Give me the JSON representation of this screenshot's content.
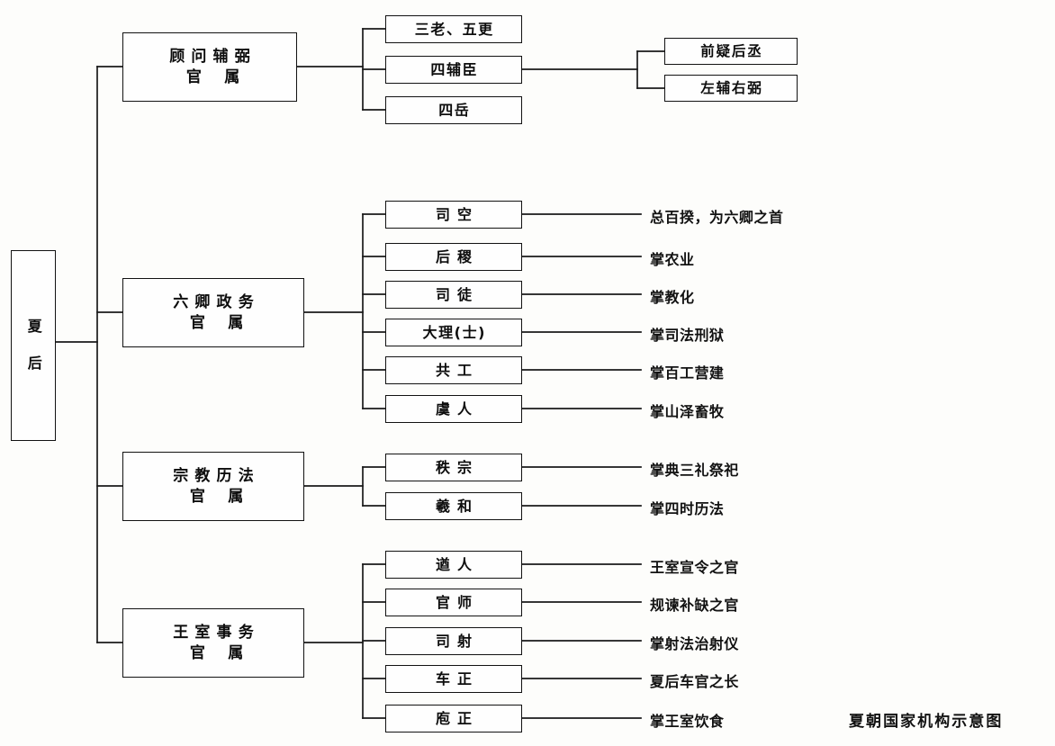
{
  "diagram": {
    "caption": "夏朝国家机构示意图",
    "root": {
      "label": "夏后"
    },
    "branches": [
      {
        "id": "advisors",
        "line1": "顾问辅弼",
        "line2": "官属",
        "children": [
          {
            "label": "三老、五更",
            "annotation": ""
          },
          {
            "label": "四辅臣",
            "annotation": "",
            "subchildren": [
              {
                "label": "前疑后丞"
              },
              {
                "label": "左辅右弼"
              }
            ]
          },
          {
            "label": "四岳",
            "annotation": ""
          }
        ]
      },
      {
        "id": "six-ministers",
        "line1": "六卿政务",
        "line2": "官属",
        "children": [
          {
            "label": "司空",
            "annotation": "总百揆，为六卿之首"
          },
          {
            "label": "后稷",
            "annotation": "掌农业"
          },
          {
            "label": "司徒",
            "annotation": "掌教化"
          },
          {
            "label": "大理(士)",
            "annotation": "掌司法刑狱"
          },
          {
            "label": "共工",
            "annotation": "掌百工营建"
          },
          {
            "label": "虞人",
            "annotation": "掌山泽畜牧"
          }
        ]
      },
      {
        "id": "religion-calendar",
        "line1": "宗教历法",
        "line2": "官属",
        "children": [
          {
            "label": "秩宗",
            "annotation": "掌典三礼祭祀"
          },
          {
            "label": "羲和",
            "annotation": "掌四时历法"
          }
        ]
      },
      {
        "id": "royal-household",
        "line1": "王室事务",
        "line2": "官属",
        "children": [
          {
            "label": "遒人",
            "annotation": "王室宣令之官"
          },
          {
            "label": "官师",
            "annotation": "规谏补缺之官"
          },
          {
            "label": "司射",
            "annotation": "掌射法治射仪"
          },
          {
            "label": "车正",
            "annotation": "夏后车官之长"
          },
          {
            "label": "庖正",
            "annotation": "掌王室饮食"
          }
        ]
      }
    ]
  }
}
